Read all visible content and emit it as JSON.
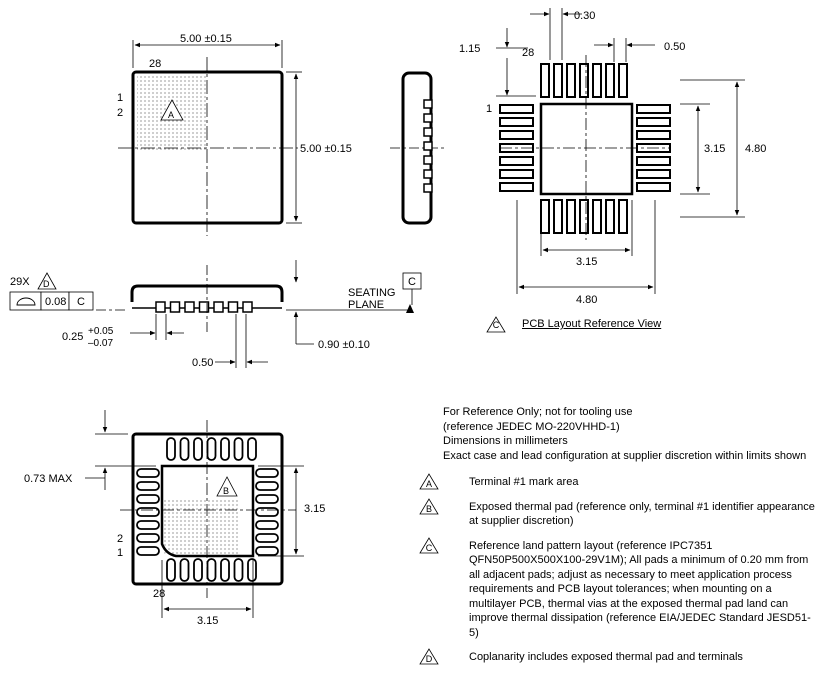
{
  "top_view": {
    "width_dim": "5.00 ±0.15",
    "height_dim": "5.00 ±0.15",
    "pin_28": "28",
    "pin_1": "1",
    "pin_2": "2",
    "marker_A": "A"
  },
  "side_view": {
    "tolerance_count": "29X",
    "marker_D": "D",
    "flatness_value": "0.08",
    "datum_ref": "C",
    "datum_box": "C",
    "seating_plane_line1": "SEATING",
    "seating_plane_line2": "PLANE",
    "lead_width_nominal": "0.25",
    "lead_width_plus": "+0.05",
    "lead_width_minus": "–0.07",
    "pitch": "0.50",
    "height": "0.90 ±0.10"
  },
  "pcb_view": {
    "pad_width": "0.30",
    "pad_length": "1.15",
    "pin_28": "28",
    "pitch": "0.50",
    "pin_1": "1",
    "thermal_h": "3.15",
    "overall_h": "4.80",
    "thermal_w": "3.15",
    "overall_w": "4.80",
    "caption_marker": "C",
    "caption": "PCB Layout Reference View"
  },
  "bottom_view": {
    "max_height": "0.73 MAX",
    "thermal_h": "3.15",
    "thermal_w": "3.15",
    "pin_2": "2",
    "pin_1": "1",
    "pin_28": "28",
    "marker_B": "B"
  },
  "notes": {
    "line1": "For Reference Only; not for tooling use",
    "line2": "(reference JEDEC MO-220VHHD-1)",
    "line3": "Dimensions in millimeters",
    "line4": "Exact case and lead configuration at supplier discretion within limits shown",
    "A_marker": "A",
    "A_text": "Terminal #1 mark area",
    "B_marker": "B",
    "B_text": "Exposed thermal pad (reference only, terminal #1 identifier appearance at supplier discretion)",
    "C_marker": "C",
    "C_text": "Reference land pattern layout (reference IPC7351 QFN50P500X500X100-29V1M); All pads a minimum of 0.20 mm from all adjacent pads; adjust as necessary to meet application process requirements and PCB layout tolerances; when mounting on a multilayer PCB, thermal vias at the exposed thermal pad land can improve thermal dissipation (reference EIA/JEDEC Standard JESD51-5)",
    "D_marker": "D",
    "D_text": "Coplanarity includes exposed thermal pad and terminals"
  }
}
